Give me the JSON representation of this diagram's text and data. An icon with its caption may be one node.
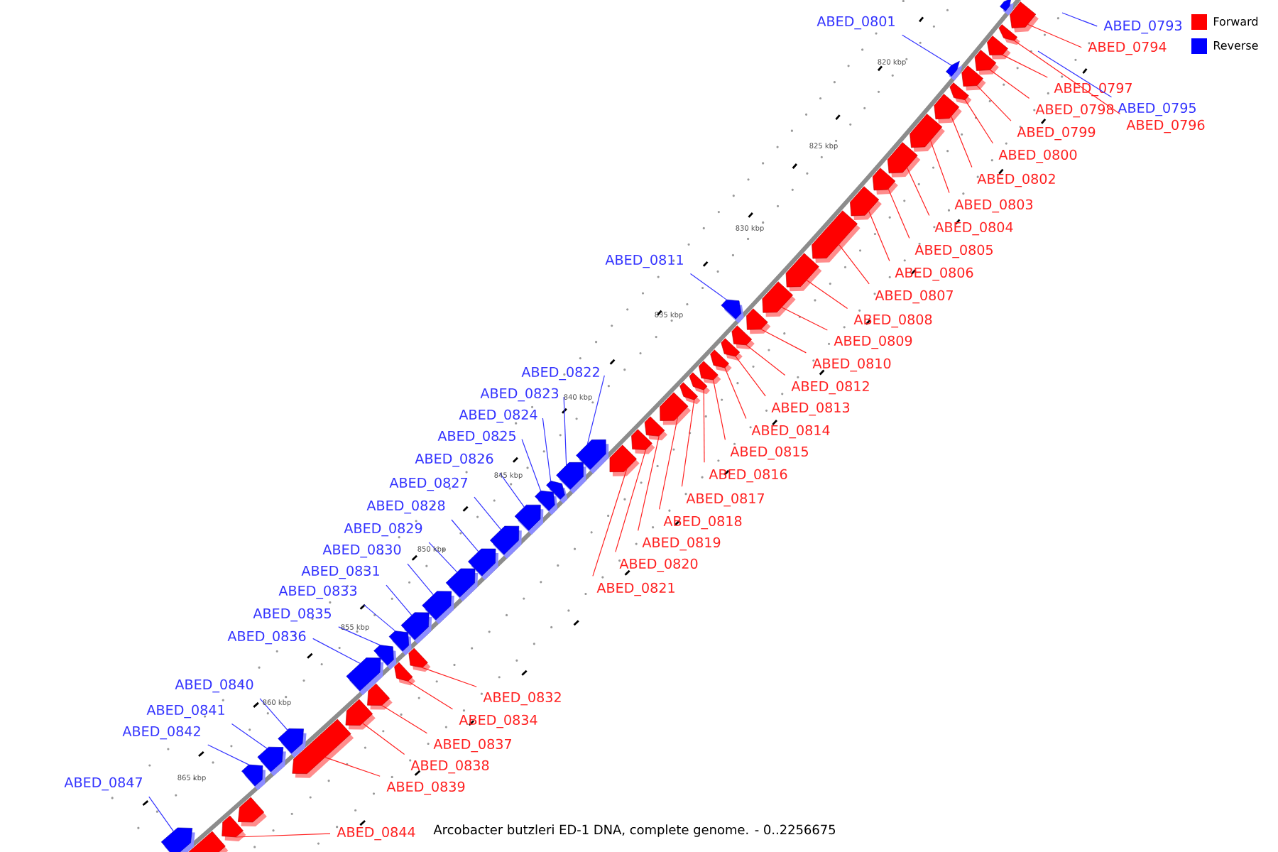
{
  "diagram": {
    "caption": "Arcobacter butzleri ED-1 DNA, complete genome. - 0..2256675",
    "nodes": [
      {
        "text": [
          "ABED_0793"
        ]
      },
      {
        "text": [
          "ABED_0794"
        ]
      },
      {
        "text": [
          "ABED_0795"
        ]
      },
      {
        "text": [
          "ABED_0796"
        ]
      },
      {
        "text": [
          "ABED_0797"
        ]
      },
      {
        "text": [
          "ABED_0798"
        ]
      },
      {
        "text": [
          "ABED_0799"
        ]
      },
      {
        "text": [
          "ABED_0800"
        ]
      },
      {
        "text": [
          "ABED_0801"
        ]
      },
      {
        "text": [
          "ABED_0802"
        ]
      },
      {
        "text": [
          "ABED_0803"
        ]
      },
      {
        "text": [
          "ABED_0804"
        ]
      },
      {
        "text": [
          "ABED_0805"
        ]
      },
      {
        "text": [
          "ABED_0806"
        ]
      },
      {
        "text": [
          "ABED_0807"
        ]
      },
      {
        "text": [
          "ABED_0808"
        ]
      },
      {
        "text": [
          "ABED_0809"
        ]
      },
      {
        "text": [
          "ABED_0810"
        ]
      },
      {
        "text": [
          "ABED_0811"
        ]
      },
      {
        "text": [
          "ABED_0812"
        ]
      },
      {
        "text": [
          "ABED_0813"
        ]
      },
      {
        "text": [
          "ABED_0814"
        ]
      },
      {
        "text": [
          "ABED_0815"
        ]
      },
      {
        "text": [
          "ABED_0816"
        ]
      },
      {
        "text": [
          "ABED_0817"
        ]
      },
      {
        "text": [
          "ABED_0818"
        ]
      },
      {
        "text": [
          "ABED_0819"
        ]
      },
      {
        "text": [
          "ABED_0820"
        ]
      },
      {
        "text": [
          "ABED_0821"
        ]
      },
      {
        "text": [
          "ABED_0822"
        ]
      },
      {
        "text": [
          "ABED_0823"
        ]
      },
      {
        "text": [
          "ABED_0824"
        ]
      },
      {
        "text": [
          "ABED_0825"
        ]
      },
      {
        "text": [
          "ABED_0826"
        ]
      },
      {
        "text": [
          "ABED_0827"
        ]
      },
      {
        "text": [
          "ABED_0828"
        ]
      },
      {
        "text": [
          "ABED_0829"
        ]
      },
      {
        "text": [
          "ABED_0830"
        ]
      },
      {
        "text": [
          "ABED_0831"
        ]
      },
      {
        "text": [
          "ABED_0832"
        ]
      },
      {
        "text": [
          "ABED_0833"
        ]
      },
      {
        "text": [
          "ABED_0834"
        ]
      },
      {
        "text": [
          "ABED_0835"
        ]
      },
      {
        "text": [
          "ABED_0836"
        ]
      },
      {
        "text": [
          "ABED_0837"
        ]
      },
      {
        "text": [
          "ABED_0838"
        ]
      },
      {
        "text": [
          "ABED_0839"
        ]
      },
      {
        "text": [
          "ABED_0840"
        ]
      },
      {
        "text": [
          "ABED_0841"
        ]
      },
      {
        "text": [
          "ABED_0842"
        ]
      },
      {
        "text": [
          "ABED_0844"
        ]
      },
      {
        "text": [
          "ABED_0847"
        ]
      },
      {
        "text": [],
        "shape": "arrow"
      },
      {
        "text": [],
        "shape": "arrow"
      },
      {
        "text": [],
        "shape": "arrow"
      },
      {
        "text": [],
        "shape": "arrow"
      },
      {
        "text": [],
        "shape": "arrow"
      },
      {
        "text": [],
        "shape": "arrow"
      },
      {
        "text": [],
        "shape": "arrow"
      },
      {
        "text": [],
        "shape": "arrow"
      },
      {
        "text": [],
        "shape": "arrow"
      },
      {
        "text": [],
        "shape": "arrow"
      },
      {
        "text": [],
        "shape": "arrow"
      },
      {
        "text": [],
        "shape": "arrow"
      },
      {
        "text": [],
        "shape": "arrow"
      },
      {
        "text": [],
        "shape": "arrow"
      },
      {
        "text": [],
        "shape": "arrow"
      },
      {
        "text": [],
        "shape": "arrow"
      },
      {
        "text": [],
        "shape": "arrow"
      },
      {
        "text": [],
        "shape": "arrow"
      },
      {
        "text": [],
        "shape": "arrow"
      },
      {
        "text": [],
        "shape": "arrow"
      },
      {
        "text": [],
        "shape": "arrow"
      },
      {
        "text": [],
        "shape": "arrow"
      },
      {
        "text": [],
        "shape": "arrow"
      },
      {
        "text": [],
        "shape": "arrow"
      },
      {
        "text": [],
        "shape": "arrow"
      },
      {
        "text": [],
        "shape": "arrow"
      },
      {
        "text": [],
        "shape": "arrow"
      },
      {
        "text": [],
        "shape": "arrow"
      },
      {
        "text": [],
        "shape": "arrow"
      },
      {
        "text": [],
        "shape": "arrow"
      },
      {
        "text": [],
        "shape": "arrow"
      },
      {
        "text": [],
        "shape": "arrow"
      },
      {
        "text": [],
        "shape": "arrow"
      },
      {
        "text": [],
        "shape": "arrow"
      },
      {
        "text": [],
        "shape": "arrow"
      },
      {
        "text": [],
        "shape": "arrow"
      },
      {
        "text": [],
        "shape": "arrow"
      },
      {
        "text": [],
        "shape": "arrow"
      },
      {
        "text": [],
        "shape": "arrow"
      },
      {
        "text": [],
        "shape": "arrow"
      },
      {
        "text": [],
        "shape": "arrow"
      },
      {
        "text": [],
        "shape": "arrow"
      },
      {
        "text": [],
        "shape": "arrow"
      },
      {
        "text": [],
        "shape": "arrow"
      },
      {
        "text": [],
        "shape": "arrow"
      },
      {
        "text": [],
        "shape": "arrow"
      },
      {
        "text": [],
        "shape": "arrow"
      },
      {
        "text": [],
        "shape": "arrow"
      },
      {
        "text": [],
        "shape": "arrow"
      },
      {
        "text": [],
        "shape": "arrow"
      },
      {
        "text": [],
        "shape": "arrow"
      },
      {
        "text": [],
        "shape": "arrow"
      },
      {
        "text": [],
        "shape": "arrow"
      }
    ],
    "edges": [
      {
        "from": 0,
        "to": null,
        "arrow": "none",
        "color": "#3333ff"
      },
      {
        "from": 1,
        "to": 52,
        "arrow": "none"
      },
      {
        "from": 2,
        "to": null,
        "arrow": "none",
        "color": "#3333ff"
      },
      {
        "from": 3,
        "to": 53,
        "arrow": "none"
      },
      {
        "from": 4,
        "to": 54,
        "arrow": "none"
      },
      {
        "from": 5,
        "to": 55,
        "arrow": "none"
      },
      {
        "from": 6,
        "to": 56,
        "arrow": "none"
      },
      {
        "from": 7,
        "to": 57,
        "arrow": "none"
      },
      {
        "from": 8,
        "to": 58,
        "arrow": "none",
        "color": "#3333ff"
      },
      {
        "from": 9,
        "to": 59,
        "arrow": "none"
      },
      {
        "from": 10,
        "to": 60,
        "arrow": "none"
      },
      {
        "from": 11,
        "to": 61,
        "arrow": "none"
      },
      {
        "from": 12,
        "to": 62,
        "arrow": "none"
      },
      {
        "from": 13,
        "to": 63,
        "arrow": "none"
      },
      {
        "from": 14,
        "to": 64,
        "arrow": "none"
      },
      {
        "from": 15,
        "to": 65,
        "arrow": "none"
      },
      {
        "from": 16,
        "to": 66,
        "arrow": "none"
      },
      {
        "from": 17,
        "to": 67,
        "arrow": "none"
      },
      {
        "from": 18,
        "to": 68,
        "arrow": "none",
        "color": "#3333ff"
      },
      {
        "from": 19,
        "to": 69,
        "arrow": "none"
      },
      {
        "from": 20,
        "to": 70,
        "arrow": "none"
      },
      {
        "from": 21,
        "to": 71,
        "arrow": "none"
      },
      {
        "from": 22,
        "to": 72,
        "arrow": "none"
      },
      {
        "from": 23,
        "to": 73,
        "arrow": "none"
      },
      {
        "from": 24,
        "to": 74,
        "arrow": "none"
      },
      {
        "from": 25,
        "to": 75,
        "arrow": "none"
      },
      {
        "from": 26,
        "to": 76,
        "arrow": "none"
      },
      {
        "from": 27,
        "to": 77,
        "arrow": "none"
      },
      {
        "from": 28,
        "to": 78,
        "arrow": "none"
      },
      {
        "from": 29,
        "to": 79,
        "arrow": "none",
        "color": "#3333ff"
      },
      {
        "from": 30,
        "to": 80,
        "arrow": "none",
        "color": "#3333ff"
      },
      {
        "from": 31,
        "to": 81,
        "arrow": "none",
        "color": "#3333ff"
      },
      {
        "from": 32,
        "to": 82,
        "arrow": "none",
        "color": "#3333ff"
      },
      {
        "from": 33,
        "to": 83,
        "arrow": "none",
        "color": "#3333ff"
      },
      {
        "from": 34,
        "to": 84,
        "arrow": "none",
        "color": "#3333ff"
      },
      {
        "from": 35,
        "to": 85,
        "arrow": "none",
        "color": "#3333ff"
      },
      {
        "from": 36,
        "to": 86,
        "arrow": "none",
        "color": "#3333ff"
      },
      {
        "from": 37,
        "to": 87,
        "arrow": "none",
        "color": "#3333ff"
      },
      {
        "from": 38,
        "to": 88,
        "arrow": "none",
        "color": "#3333ff"
      },
      {
        "from": 39,
        "to": 89,
        "arrow": "none"
      },
      {
        "from": 40,
        "to": 90,
        "arrow": "none",
        "color": "#3333ff"
      },
      {
        "from": 41,
        "to": 91,
        "arrow": "none"
      },
      {
        "from": 42,
        "to": 92,
        "arrow": "none",
        "color": "#3333ff"
      },
      {
        "from": 43,
        "to": 93,
        "arrow": "none",
        "color": "#3333ff"
      },
      {
        "from": 44,
        "to": 94,
        "arrow": "none"
      },
      {
        "from": 45,
        "to": 95,
        "arrow": "none"
      },
      {
        "from": 46,
        "to": 96,
        "arrow": "none"
      },
      {
        "from": 47,
        "to": 97,
        "arrow": "none",
        "color": "#3333ff"
      },
      {
        "from": 48,
        "to": 98,
        "arrow": "none",
        "color": "#3333ff"
      },
      {
        "from": 49,
        "to": 99,
        "arrow": "none",
        "color": "#3333ff"
      },
      {
        "from": 50,
        "to": 100,
        "arrow": "none"
      },
      {
        "from": 51,
        "to": 101,
        "arrow": "none",
        "color": "#3333ff"
      }
    ],
    "labels": [
      "820 kbp",
      "825 kbp",
      "830 kbp",
      "835 kbp",
      "840 kbp",
      "845 kbp",
      "850 kbp",
      "855 kbp",
      "860 kbp",
      "865 kbp"
    ],
    "legend": [
      {
        "text": "Forward",
        "color": "#ff0000"
      },
      {
        "text": "Reverse",
        "color": "#0000ff"
      }
    ]
  }
}
